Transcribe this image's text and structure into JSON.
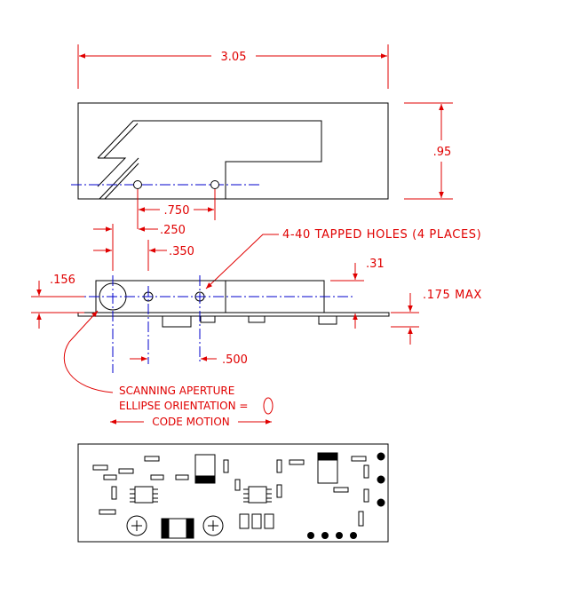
{
  "dimensions": {
    "overall_width": "3.05",
    "height": ".95",
    "hole_spacing": ".750",
    "offset_250": ".250",
    "offset_350": ".350",
    "tap_note": "4-40 TAPPED HOLES (4 PLACES)",
    "dim_31": ".31",
    "dim_156": ".156",
    "max_175": ".175 MAX",
    "dim_500": ".500"
  },
  "notes": {
    "aperture_line1": "SCANNING APERTURE",
    "aperture_line2": "ELLIPSE ORIENTATION =",
    "motion": "CODE MOTION"
  },
  "colors": {
    "dimension": "#e00000",
    "centerline": "#0000cc",
    "outline": "#000000"
  }
}
